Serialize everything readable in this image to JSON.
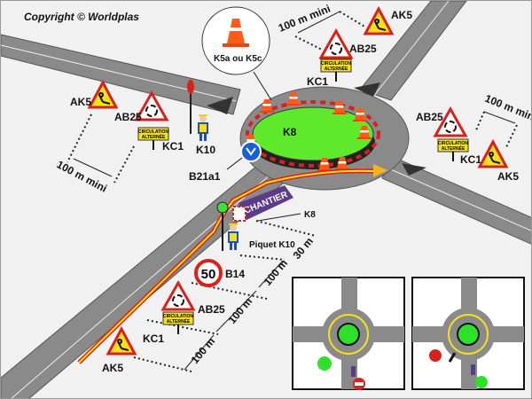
{
  "copyright": "Copyright © Worldplas",
  "cone_callout": "K5a ou K5c",
  "island_label": "K8",
  "labels": {
    "ak5": "AK5",
    "ab25": "AB25",
    "kc1": "KC1",
    "k10": "K10",
    "b21a1": "B21a1",
    "k8": "K8",
    "piquet": "Piquet K10",
    "b14": "B14",
    "speed": "50"
  },
  "distances": {
    "mini": "100 m mini",
    "d100": "100 m",
    "d30": "30 m"
  },
  "kc1_text": [
    "CIRCULATION",
    "ALTERNÉE"
  ],
  "chantier": "CHANTIER",
  "colors": {
    "road": "#8a8a8a",
    "island": "#5eea2a",
    "sign_red": "#d8201c",
    "sign_yellow": "#f5e11a"
  }
}
